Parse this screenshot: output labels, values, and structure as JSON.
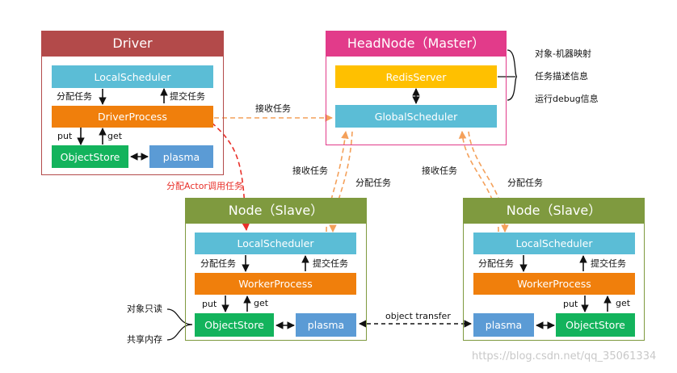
{
  "colors": {
    "driver_header": "#b34a4a",
    "headnode_header": "#e23b8a",
    "slave_header": "#7f9a3f",
    "scheduler_blue": "#5bbdd6",
    "process_orange": "#f07f0c",
    "store_green": "#13b35c",
    "plasma_blue": "#5b9bd5",
    "redis_yellow": "#ffc000",
    "dashed_orange": "#f4a05a",
    "dashed_red": "#e8302a"
  },
  "driver": {
    "title": "Driver",
    "local_scheduler": "LocalScheduler",
    "process": "DriverProcess",
    "object_store": "ObjectStore",
    "plasma": "plasma",
    "lbl_dispatch": "分配任务",
    "lbl_submit": "提交任务",
    "lbl_put": "put",
    "lbl_get": "get"
  },
  "headnode": {
    "title": "HeadNode（Master）",
    "redis": "RedisServer",
    "global_scheduler": "GlobalScheduler",
    "annotations": [
      "对象-机器映射",
      "任务描述信息",
      "运行debug信息"
    ]
  },
  "slave_left": {
    "title": "Node（Slave）",
    "local_scheduler": "LocalScheduler",
    "process": "WorkerProcess",
    "object_store": "ObjectStore",
    "plasma": "plasma",
    "lbl_dispatch": "分配任务",
    "lbl_submit": "提交任务",
    "lbl_put": "put",
    "lbl_get": "get",
    "lbl_readonly": "对象只读",
    "lbl_shared": "共享内存"
  },
  "slave_right": {
    "title": "Node（Slave）",
    "local_scheduler": "LocalScheduler",
    "process": "WorkerProcess",
    "object_store": "ObjectStore",
    "plasma": "plasma",
    "lbl_dispatch": "分配任务",
    "lbl_submit": "提交任务",
    "lbl_put": "put",
    "lbl_get": "get"
  },
  "edges": {
    "receive_task_top": "接收任务",
    "receive_task_left": "接收任务",
    "dispatch_task_left": "分配任务",
    "receive_task_right": "接收任务",
    "dispatch_task_right": "分配任务",
    "assign_actor": "分配Actor调用任务",
    "object_transfer": "object transfer"
  },
  "watermark": "https://blog.csdn.net/qq_35061334"
}
